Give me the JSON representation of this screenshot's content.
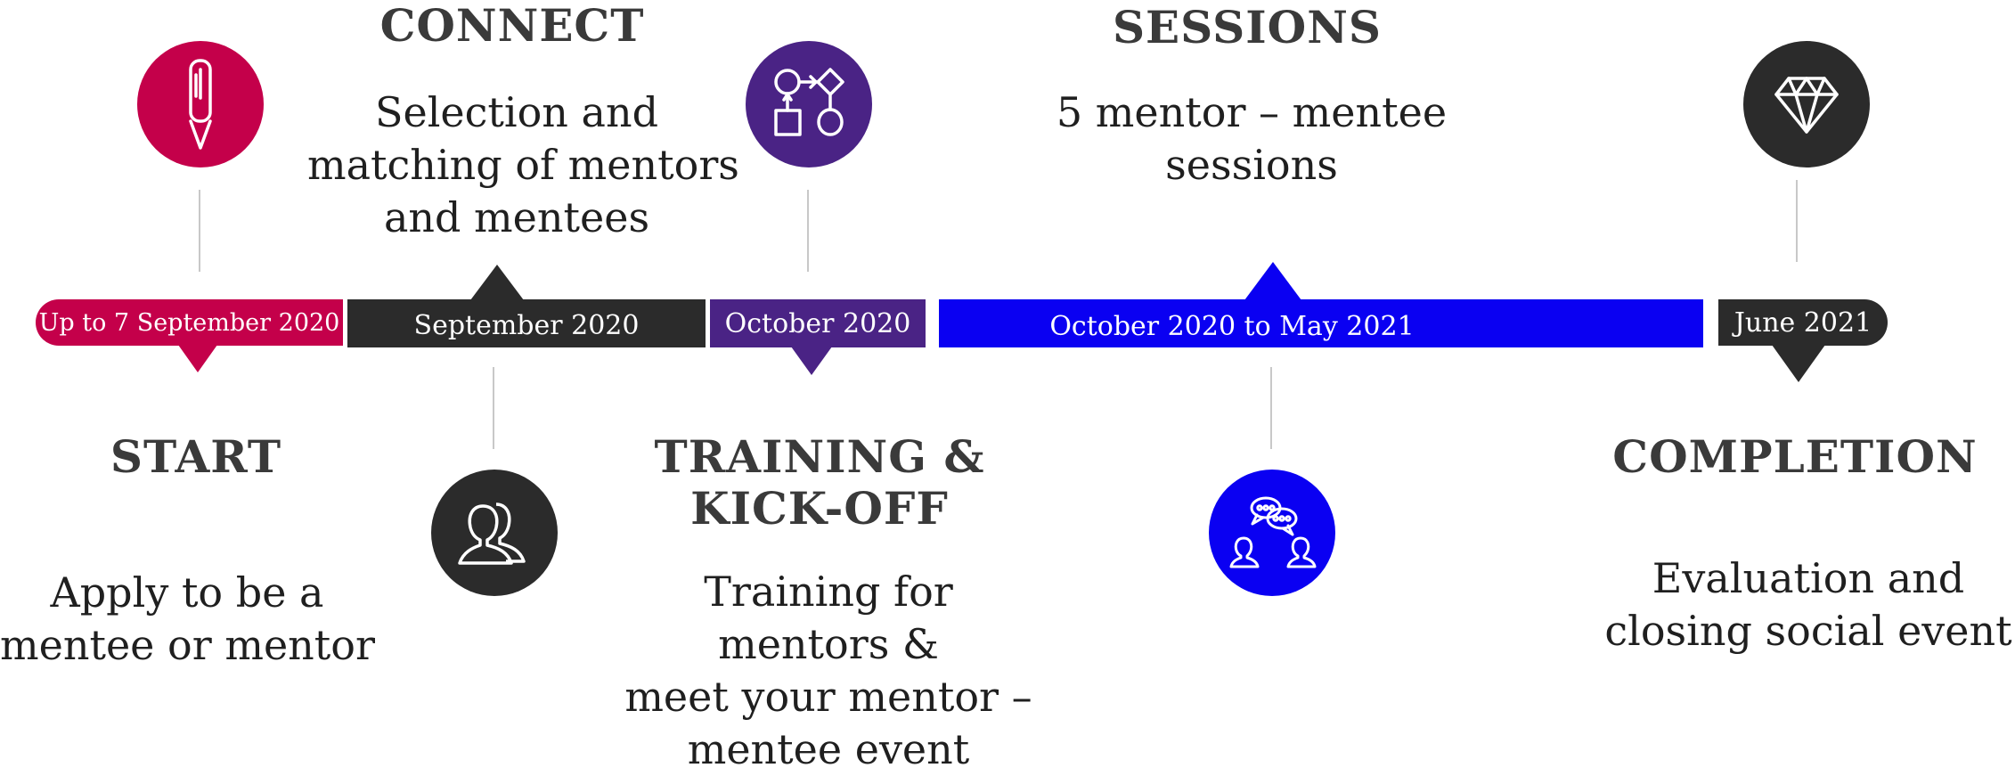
{
  "colors": {
    "crimson": "#c4004a",
    "dark": "#2b2b2b",
    "purple": "#4a2385",
    "blue": "#0a00f2",
    "line": "#c8c8c8"
  },
  "stages": [
    {
      "id": "start",
      "heading": "START",
      "date": "Up to 7 September 2020",
      "description": [
        "Apply to be a",
        "mentee or mentor"
      ],
      "icon": "pen-icon",
      "color": "#c4004a"
    },
    {
      "id": "connect",
      "heading": "CONNECT",
      "date": "September 2020",
      "description": [
        "Selection and",
        "matching of mentors",
        "and mentees"
      ],
      "icon": "people-icon",
      "color": "#2b2b2b"
    },
    {
      "id": "training",
      "heading": [
        "TRAINING &",
        "KICK-OFF"
      ],
      "date": "October 2020",
      "description": [
        "Training for",
        "mentors &",
        "meet your mentor –",
        "mentee event"
      ],
      "icon": "flowchart-icon",
      "color": "#4a2385"
    },
    {
      "id": "sessions",
      "heading": "SESSIONS",
      "date": "October 2020 to May 2021",
      "description": [
        "5 mentor – mentee",
        "sessions"
      ],
      "icon": "conversation-icon",
      "color": "#0a00f2"
    },
    {
      "id": "completion",
      "heading": "COMPLETION",
      "date": "June 2021",
      "description": [
        "Evaluation and",
        "closing social event"
      ],
      "icon": "diamond-icon",
      "color": "#2b2b2b"
    }
  ]
}
